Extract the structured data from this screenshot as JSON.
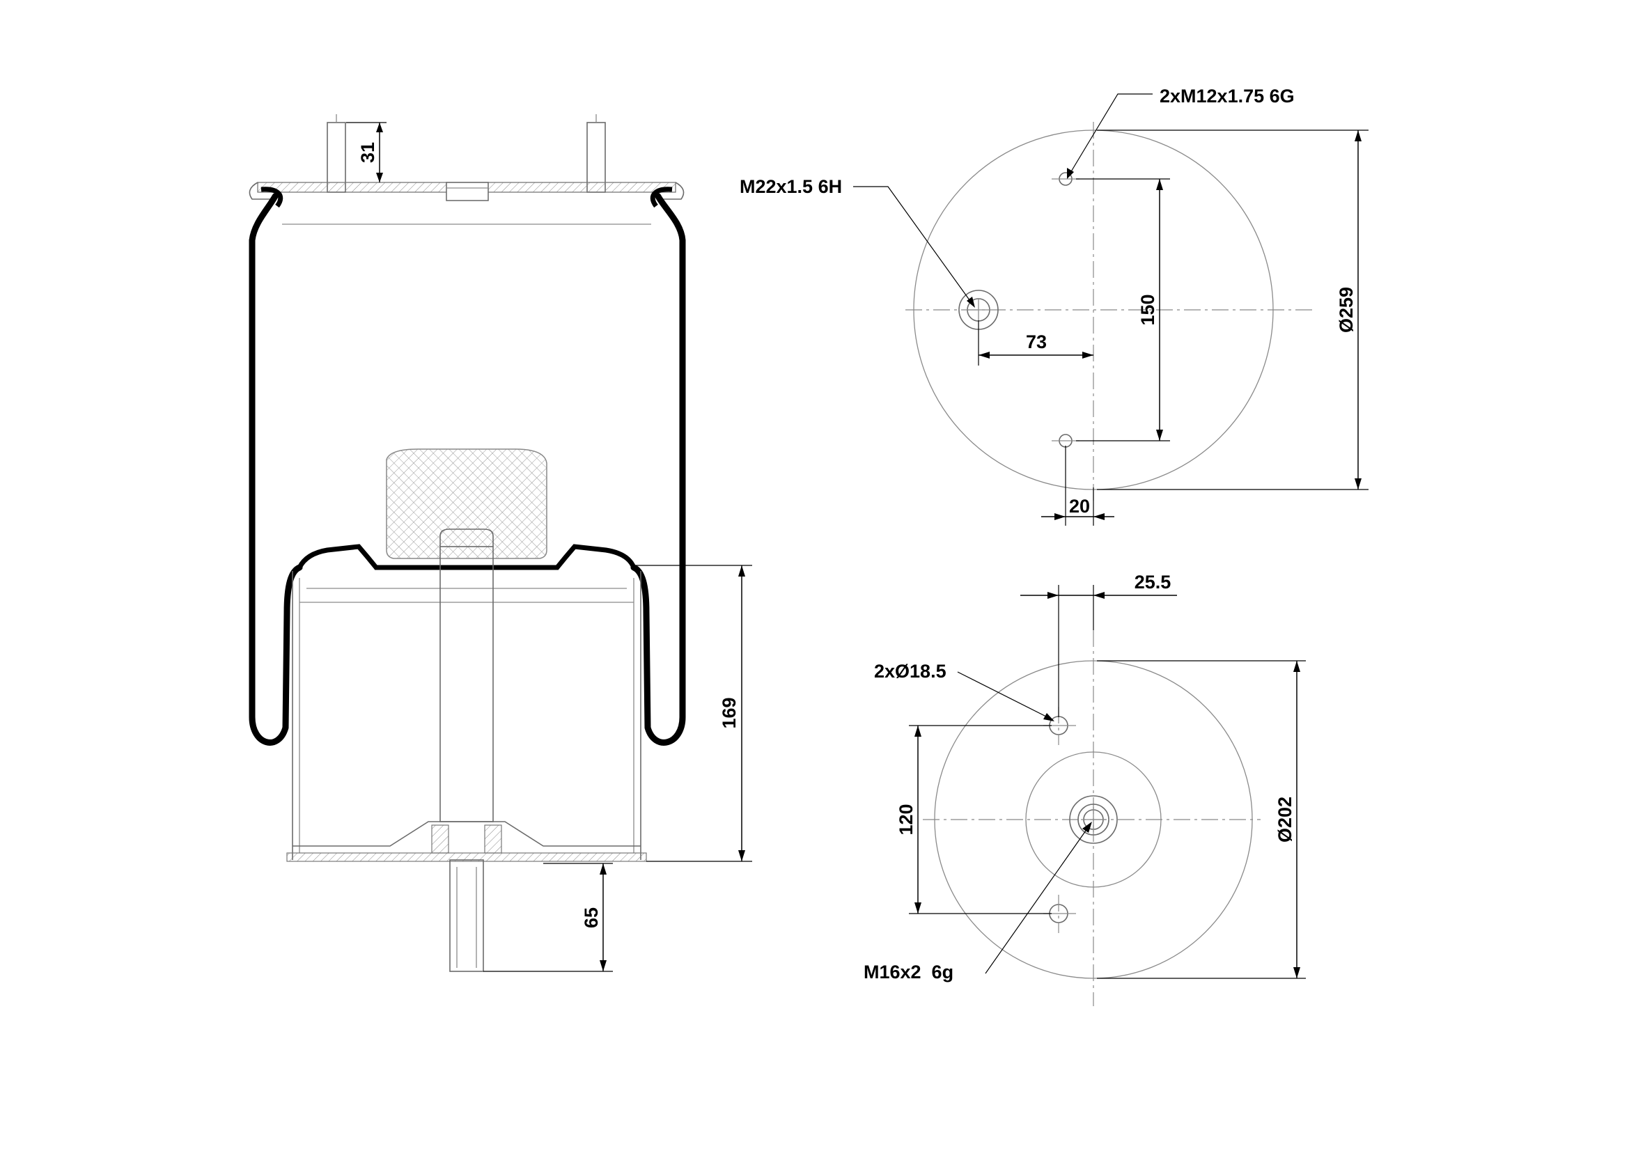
{
  "side_view": {
    "dim_stud_height": "31",
    "dim_piston_height": "169",
    "dim_bottom_stud": "65"
  },
  "top_view": {
    "callout_side_thread": "2xM12x1.75 6G",
    "callout_air_port": "M22x1.5 6H",
    "dim_port_offset": "73",
    "dim_stud_spacing": "150",
    "dim_diameter": "Ø259",
    "dim_stud_offset": "20"
  },
  "bottom_view": {
    "dim_hole_offset": "25.5",
    "callout_holes": "2xØ18.5",
    "dim_hole_spacing": "120",
    "dim_diameter": "Ø202",
    "callout_center_thread": "M16x2  6g"
  },
  "colors": {
    "line": "#000000",
    "thin_line": "#8a8a8a",
    "hatch": "#777777",
    "background": "#ffffff"
  }
}
